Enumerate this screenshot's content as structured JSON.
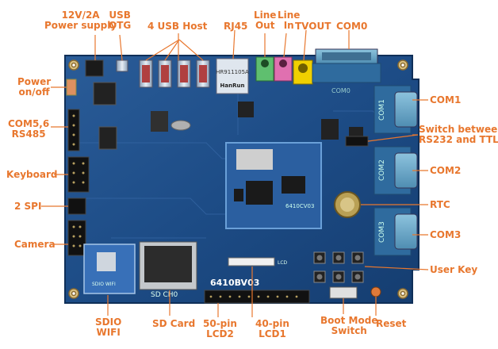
{
  "labels": {
    "power_supply": [
      "12V/2A",
      "Power supply"
    ],
    "usb_otg": [
      "USB",
      "OTG"
    ],
    "usb_host": "4 USB Host",
    "rj45": "RJ45",
    "line_out": [
      "Line",
      "Out"
    ],
    "line_in": [
      "Line",
      "In"
    ],
    "tvout": "TVOUT",
    "com0": "COM0",
    "power_onoff": [
      "Power",
      "on/off"
    ],
    "com56": [
      "COM5,6",
      "RS485"
    ],
    "keyboard": "Keyboard",
    "spi": "2 SPI",
    "camera": "Camera",
    "com1": "COM1",
    "switch": [
      "Switch between",
      "RS232 and TTL"
    ],
    "com2": "COM2",
    "rtc": "RTC",
    "com3": "COM3",
    "user_key": "User Key",
    "sdio": [
      "SDIO",
      "WIFI"
    ],
    "sd_card": "SD Card",
    "lcd2": [
      "50-pin",
      "LCD2"
    ],
    "lcd1": [
      "40-pin",
      "LCD1"
    ],
    "boot": [
      "Boot Mode",
      "Switch"
    ],
    "reset": "Reset"
  },
  "board_text": {
    "model": "6410BV03",
    "com0": "COM0",
    "com1": "COM1",
    "com2": "COM2",
    "com3": "COM3",
    "sd": "SD CH0",
    "lcd": "LCD",
    "rj45_brand": "HanRun",
    "rj45_part": "HR911105A",
    "som": "6410CV03",
    "wifi": "SDIO WIFI"
  },
  "colors": {
    "label": "#e8772e",
    "board": "#1d4c86",
    "board_dark": "#123866",
    "connector": "#6fa9c9",
    "line_out": "#5fbf6f",
    "line_in": "#e070b0",
    "tvout": "#f0d000"
  }
}
